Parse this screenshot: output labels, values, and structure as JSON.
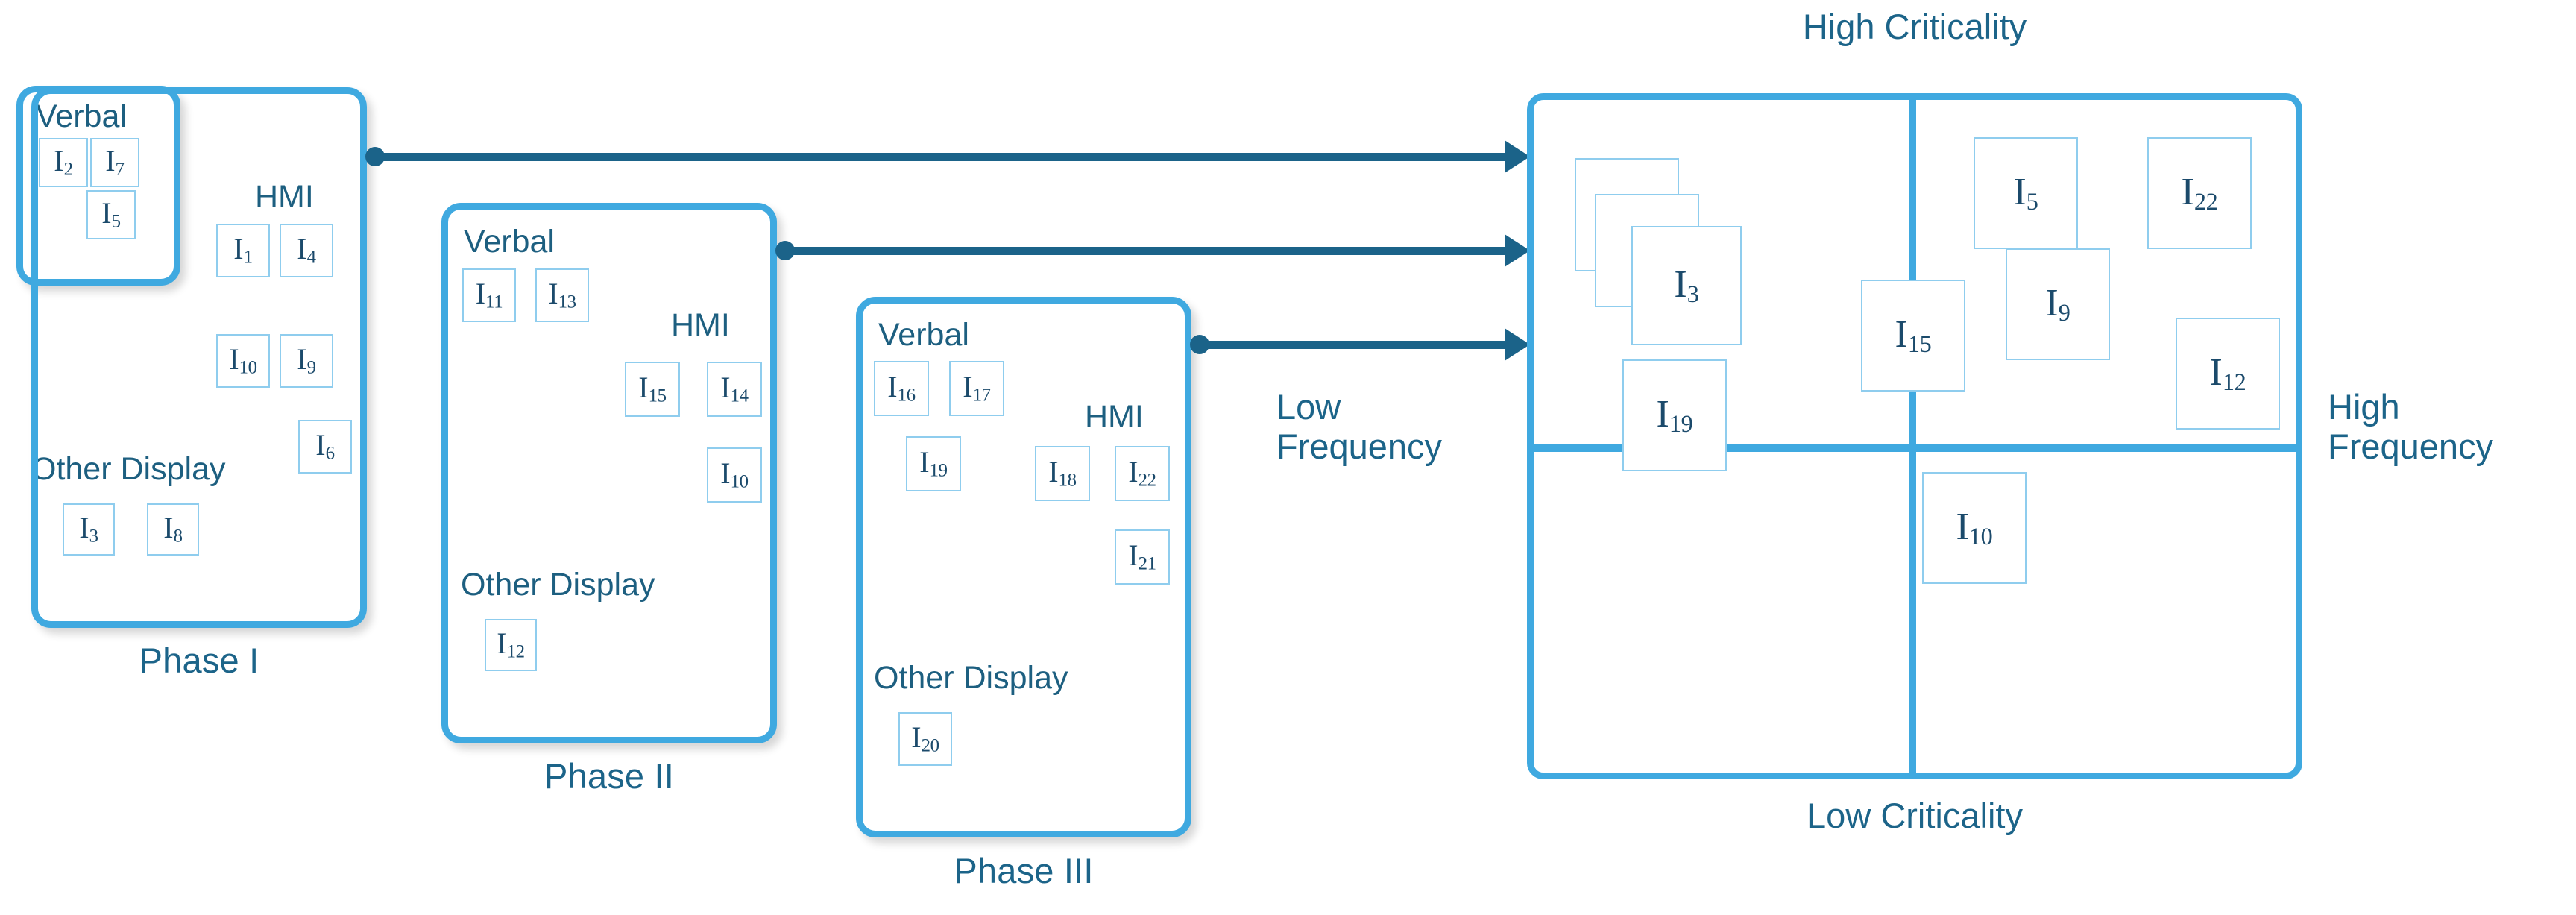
{
  "diagram": {
    "title_axes": {
      "top": "High Criticality",
      "bottom": "Low Criticality",
      "left": "Low\nFrequency",
      "left_line1": "Low",
      "left_line2": "Frequency",
      "right_line1": "High",
      "right_line2": "Frequency"
    },
    "section_labels": {
      "verbal": "Verbal",
      "hmi": "HMI",
      "other_display": "Other Display"
    },
    "phases": [
      {
        "id": "phase-1",
        "caption": "Phase I",
        "verbal": [
          "I2",
          "I7",
          "I5"
        ],
        "hmi": [
          "I1",
          "I4",
          "I10",
          "I9",
          "I6"
        ],
        "other_display": [
          "I3",
          "I8"
        ]
      },
      {
        "id": "phase-2",
        "caption": "Phase II",
        "verbal": [
          "I11",
          "I13"
        ],
        "hmi": [
          "I15",
          "I14",
          "I10"
        ],
        "other_display": [
          "I12"
        ]
      },
      {
        "id": "phase-3",
        "caption": "Phase III",
        "verbal": [
          "I16",
          "I17",
          "I19"
        ],
        "hmi": [
          "I18",
          "I22",
          "I21"
        ],
        "other_display": [
          "I20"
        ]
      }
    ],
    "chips": {
      "p1_v_1": {
        "base": "I",
        "sub": "2"
      },
      "p1_v_2": {
        "base": "I",
        "sub": "7"
      },
      "p1_v_3": {
        "base": "I",
        "sub": "5"
      },
      "p1_h_1": {
        "base": "I",
        "sub": "1"
      },
      "p1_h_2": {
        "base": "I",
        "sub": "4"
      },
      "p1_h_3": {
        "base": "I",
        "sub": "10"
      },
      "p1_h_4": {
        "base": "I",
        "sub": "9"
      },
      "p1_h_5": {
        "base": "I",
        "sub": "6"
      },
      "p1_o_1": {
        "base": "I",
        "sub": "3"
      },
      "p1_o_2": {
        "base": "I",
        "sub": "8"
      },
      "p2_v_1": {
        "base": "I",
        "sub": "11"
      },
      "p2_v_2": {
        "base": "I",
        "sub": "13"
      },
      "p2_h_1": {
        "base": "I",
        "sub": "15"
      },
      "p2_h_2": {
        "base": "I",
        "sub": "14"
      },
      "p2_h_3": {
        "base": "I",
        "sub": "10"
      },
      "p2_o_1": {
        "base": "I",
        "sub": "12"
      },
      "p3_v_1": {
        "base": "I",
        "sub": "16"
      },
      "p3_v_2": {
        "base": "I",
        "sub": "17"
      },
      "p3_v_3": {
        "base": "I",
        "sub": "19"
      },
      "p3_h_1": {
        "base": "I",
        "sub": "18"
      },
      "p3_h_2": {
        "base": "I",
        "sub": "22"
      },
      "p3_h_3": {
        "base": "I",
        "sub": "21"
      },
      "p3_o_1": {
        "base": "I",
        "sub": "20"
      },
      "m_stack_3": {
        "base": "I",
        "sub": "3"
      },
      "m_19": {
        "base": "I",
        "sub": "19"
      },
      "m_15": {
        "base": "I",
        "sub": "15"
      },
      "m_5": {
        "base": "I",
        "sub": "5"
      },
      "m_22": {
        "base": "I",
        "sub": "22"
      },
      "m_9": {
        "base": "I",
        "sub": "9"
      },
      "m_12": {
        "base": "I",
        "sub": "12"
      },
      "m_10": {
        "base": "I",
        "sub": "10"
      }
    },
    "matrix": {
      "quadrants": {
        "top_left": [
          "I3",
          "I19"
        ],
        "top_right": [
          "I15",
          "I5",
          "I22",
          "I9",
          "I12"
        ],
        "bottom_left": [],
        "bottom_right": [
          "I10"
        ]
      }
    },
    "colors": {
      "frame_blue": "#3fa9e0",
      "chip_border": "#8fcdee",
      "text_blue": "#1c6489",
      "arrow_blue": "#1b6389"
    }
  }
}
